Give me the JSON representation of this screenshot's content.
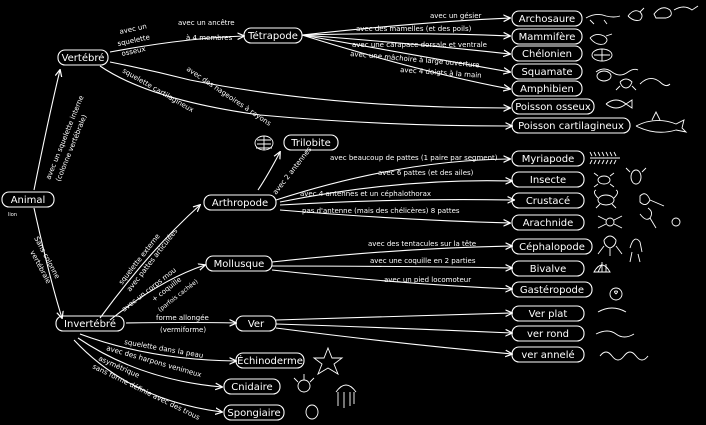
{
  "nodes": {
    "animal": "Animal",
    "animal_sub": "lion",
    "vertebre": "Vertébré",
    "invertebre": "Invertébré",
    "tetrapode": "Tétrapode",
    "archosaure": "Archosaure",
    "mammifere": "Mammifère",
    "chelonien": "Chélonien",
    "squamate": "Squamate",
    "amphibien": "Amphibien",
    "poisson_osseux": "Poisson osseux",
    "poisson_cartilagineux": "Poisson cartilagineux",
    "trilobite": "Trilobite",
    "arthropode": "Arthropode",
    "myriapode": "Myriapode",
    "insecte": "Insecte",
    "crustace": "Crustacé",
    "arachnide": "Arachnide",
    "mollusque": "Mollusque",
    "cephalopode": "Céphalopode",
    "bivalve": "Bivalve",
    "gasteropode": "Gastéropode",
    "ver": "Ver",
    "ver_plat": "Ver plat",
    "ver_rond": "ver rond",
    "ver_annele": "ver annelé",
    "echinoderme": "Échinoderme",
    "cnidaire": "Cnidaire",
    "spongiaire": "Spongiaire"
  },
  "edges": {
    "squelette_interne_1": "avec un squelette interne",
    "squelette_interne_2": "(colonne vertébrale)",
    "sans_colonne_1": "Sans colonne",
    "sans_colonne_2": "vertébrale",
    "squelette_osseux_1": "avec un",
    "squelette_osseux_2": "squelette",
    "squelette_osseux_3": "osseux",
    "ancetre_1": "avec un ancêtre",
    "ancetre_2": "à 4 membres",
    "gesier": "avec un gésier",
    "mamelles": "avec des mamelles (et des poils)",
    "carapace": "avec une carapace dorsale et ventrale",
    "machoire": "avec une mâchoire à large ouverture",
    "doigts": "avec 4 doigts à la main",
    "nageoires": "avec des nageoires à rayons",
    "cartilagineux": "squelette cartilagineux",
    "deux_antennes": "avec 2 antennes",
    "pattes_1": "avec beaucoup de pattes (1 paire par segment)",
    "pattes_6": "avec 6 pattes (et des ailes)",
    "antennes_4": "avec 4 antennes et un céphalothorax",
    "pas_antenne": "pas d'antenne (mais des chélicères) 8 pattes",
    "externe_1": "squelette externe",
    "externe_2": "avec pattes articulées",
    "corps_mou_1": "avec un corps mou",
    "corps_mou_2": "+ coquille",
    "corps_mou_3": "(parfois cachée)",
    "tentacules": "avec des tentacules sur la tête",
    "coquille_2": "avec une coquille en 2 parties",
    "pied": "avec un pied locomoteur",
    "allongee_1": "forme allongée",
    "allongee_2": "(vermiforme)",
    "peau": "squelette dans la peau",
    "harpons": "avec des harpons venimeux",
    "asymetrique_1": "asymétrique",
    "asymetrique_2": "sans forme définie avec des trous"
  }
}
